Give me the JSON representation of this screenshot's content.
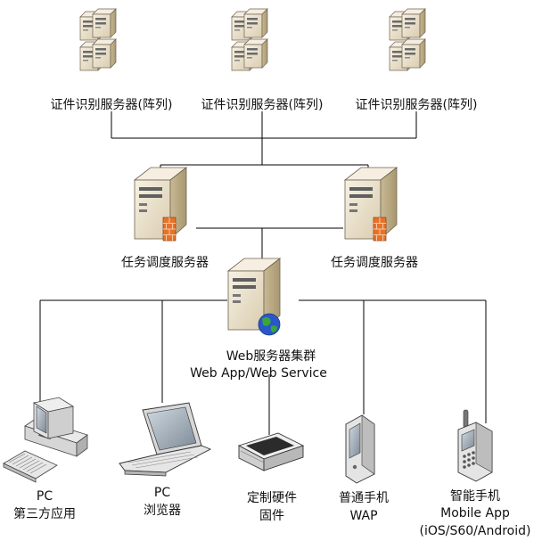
{
  "array_label": "证件识别服务器(阵列)",
  "scheduler_label": "任务调度服务器",
  "web_cluster": {
    "line1": "Web服务器集群",
    "line2": "Web App/Web Service"
  },
  "clients": [
    {
      "id": "pc-third-party",
      "line1": "PC",
      "line2": "第三方应用",
      "line3": ""
    },
    {
      "id": "pc-browser",
      "line1": "PC",
      "line2": "浏览器",
      "line3": ""
    },
    {
      "id": "custom-hardware",
      "line1": "定制硬件",
      "line2": "固件",
      "line3": ""
    },
    {
      "id": "basic-phone",
      "line1": "普通手机",
      "line2": "WAP",
      "line3": ""
    },
    {
      "id": "smartphone",
      "line1": "智能手机",
      "line2": "Mobile App",
      "line3": "(iOS/S60/Android)"
    }
  ],
  "icons": [
    "server-array-icon",
    "scheduler-server-icon",
    "web-server-globe-icon",
    "desktop-pc-icon",
    "laptop-icon",
    "scanner-icon",
    "pda-phone-icon",
    "mobile-phone-icon"
  ],
  "colors": {
    "server_body": "#efe6d2",
    "server_side": "#cbbd9f",
    "line": "#000000",
    "globe_blue": "#2a57c8",
    "globe_green": "#3aa63a"
  }
}
